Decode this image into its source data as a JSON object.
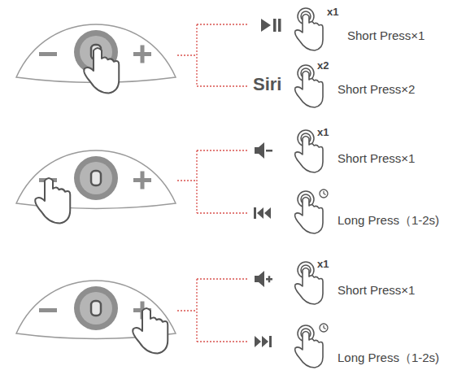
{
  "diagram": {
    "labels": [
      "x1",
      "Short Press×1",
      "Siri",
      "x2",
      "Short Press×2",
      "x1",
      "Short Press×1",
      "Long Press（1-2s)",
      "x1",
      "Short Press×1",
      "Long Press（1-2s)"
    ]
  }
}
